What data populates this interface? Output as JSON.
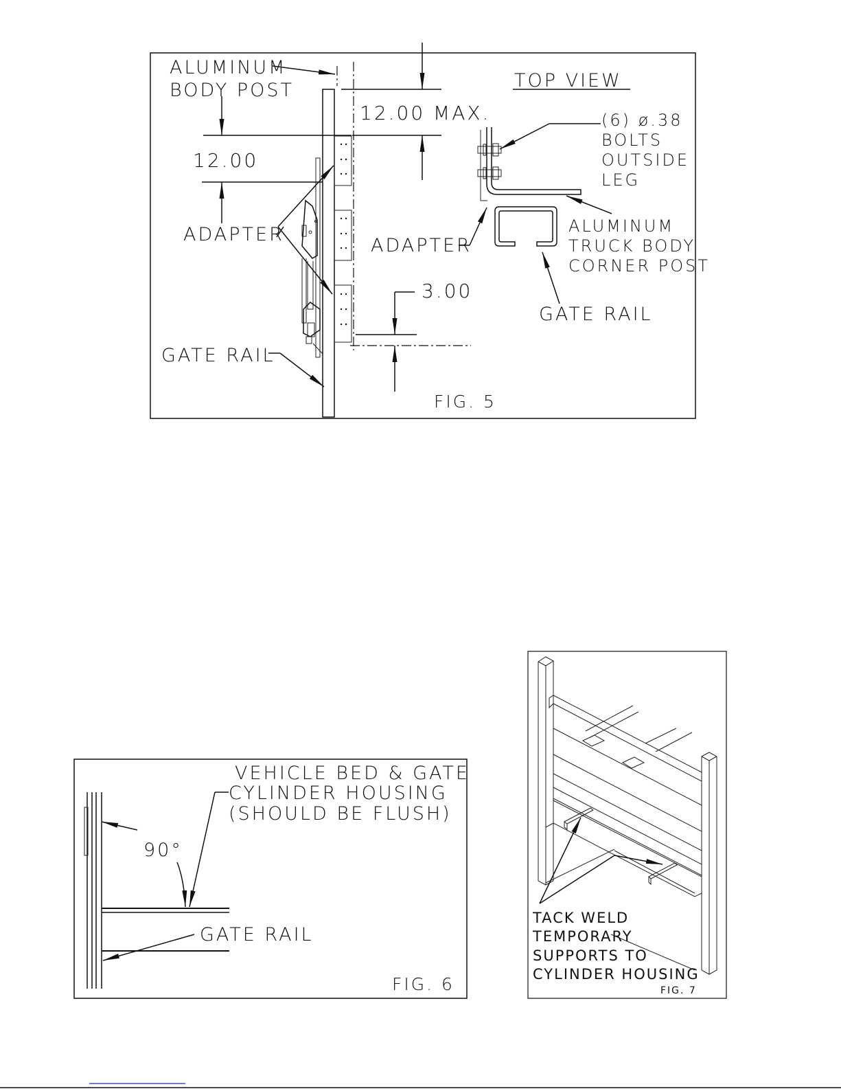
{
  "fig5": {
    "aluminum_body_post_1": "ALUMINUM",
    "aluminum_body_post_2": "BODY POST",
    "dim_12": "12.00",
    "dim_12_max": "12.00 MAX.",
    "adapter_left": "ADAPTER",
    "dim_3": "3.00",
    "gate_rail_left": "GATE RAIL",
    "top_view": "TOP VIEW",
    "bolts_1": "(6) ø.38",
    "bolts_2": "BOLTS",
    "bolts_3": "OUTSIDE",
    "bolts_4": "LEG",
    "adapter_right": "ADAPTER",
    "corner_post_1": "ALUMINUM",
    "corner_post_2": "TRUCK BODY",
    "corner_post_3": "CORNER POST",
    "gate_rail_right": "GATE RAIL",
    "caption": "FIG. 5"
  },
  "fig6": {
    "line1": "VEHICLE BED & GATE",
    "line2": "CYLINDER HOUSING",
    "line3": "(SHOULD BE FLUSH)",
    "angle": "90°",
    "gate_rail": "GATE RAIL",
    "caption": "FIG. 6"
  },
  "fig7": {
    "line1": "TACK WELD",
    "line2": "TEMPORARY",
    "line3": "SUPPORTS TO",
    "line4": "CYLINDER HOUSING",
    "caption": "FIG. 7"
  },
  "footer_link_color": "#3355cc"
}
